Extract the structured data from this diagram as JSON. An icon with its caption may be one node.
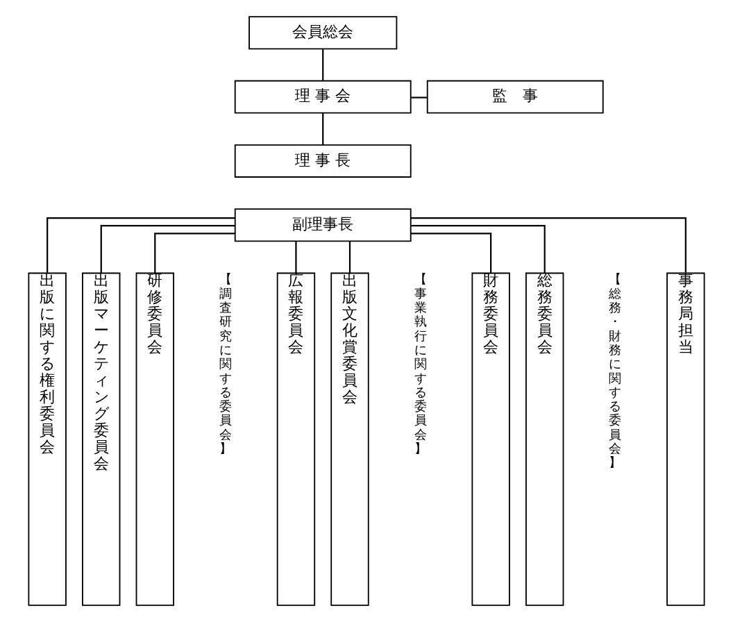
{
  "diagram": {
    "nodes": [
      {
        "text": [
          "会員総会"
        ]
      },
      {
        "text": [
          "理 事 会"
        ]
      },
      {
        "text": [
          "監　事"
        ]
      },
      {
        "text": [
          "理 事 長"
        ]
      },
      {
        "text": [
          "副理事長"
        ]
      },
      {
        "text": [
          "出版に関する権利委員会"
        ]
      },
      {
        "text": [
          "出版マーケティング委員会"
        ]
      },
      {
        "text": [
          "研修委員会"
        ]
      },
      {
        "text": [
          "広報委員会"
        ]
      },
      {
        "text": [
          "出版文化賞委員会"
        ]
      },
      {
        "text": [
          "財務委員会"
        ]
      },
      {
        "text": [
          "総務委員会"
        ]
      },
      {
        "text": [
          "事務局担当"
        ]
      }
    ],
    "edges": [
      {
        "from": 0,
        "to": 1,
        "arrow": "none"
      },
      {
        "from": 1,
        "to": 2,
        "arrow": "none"
      },
      {
        "from": 1,
        "to": 3,
        "arrow": "none"
      },
      {
        "from": 4,
        "to": 5,
        "arrow": "none"
      },
      {
        "from": 4,
        "to": 6,
        "arrow": "none"
      },
      {
        "from": 4,
        "to": 7,
        "arrow": "none"
      },
      {
        "from": 4,
        "to": 8,
        "arrow": "none"
      },
      {
        "from": 4,
        "to": 9,
        "arrow": "none"
      },
      {
        "from": 4,
        "to": 10,
        "arrow": "none"
      },
      {
        "from": 4,
        "to": 11,
        "arrow": "none"
      },
      {
        "from": 4,
        "to": 12,
        "arrow": "none"
      }
    ],
    "labels": [
      "【調査研究に関する委員会】",
      "【事業執行に関する委員会】",
      "【総務・財務に関する委員会】"
    ]
  }
}
